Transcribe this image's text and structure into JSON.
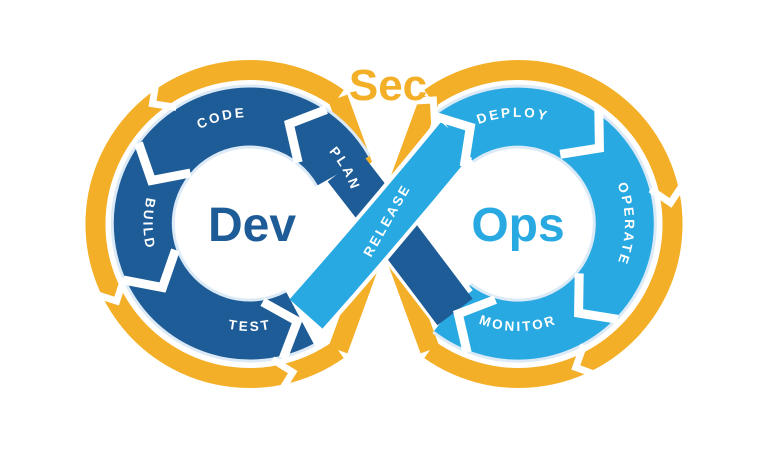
{
  "diagram": {
    "title": "DevSecOps infinity loop",
    "sec_label": "Sec",
    "dev_label": "Dev",
    "ops_label": "Ops",
    "stages": {
      "plan": "PLAN",
      "code": "CODE",
      "build": "BUILD",
      "test": "TEST",
      "release": "RELEASE",
      "deploy": "DEPLOY",
      "operate": "OPERATE",
      "monitor": "MONITOR"
    },
    "colors": {
      "yellow": "#F4AF28",
      "dark_blue": "#1E5C97",
      "light_blue": "#29A9E2",
      "halo": "#DCEAF7"
    }
  }
}
